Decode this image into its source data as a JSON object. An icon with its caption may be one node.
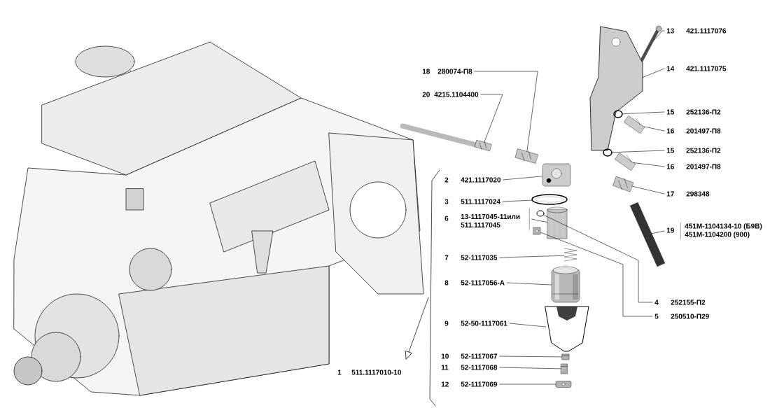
{
  "diagram": {
    "nodes": [
      {
        "text": [
          "13",
          "421.1117076"
        ]
      },
      {
        "text": [
          "14",
          "421.1117075"
        ]
      },
      {
        "text": [
          "18",
          "280074-П8"
        ]
      },
      {
        "text": [
          "20",
          "4215.1104400"
        ]
      },
      {
        "text": [
          "15",
          "252136-П2"
        ]
      },
      {
        "text": [
          "16",
          "201497-П8"
        ]
      },
      {
        "text": [
          "15",
          "252136-П2"
        ]
      },
      {
        "text": [
          "16",
          "201497-П8"
        ]
      },
      {
        "text": [
          "2",
          "421.1117020"
        ]
      },
      {
        "text": [
          "17",
          "298348"
        ]
      },
      {
        "text": [
          "3",
          "511.1117024"
        ]
      },
      {
        "text": [
          "6",
          "13-1117045-11или 511.1117045"
        ]
      },
      {
        "text": [
          "19",
          "451M-1104134-10 (Б9В)",
          "451M-1104200 (900)"
        ]
      },
      {
        "text": [
          "7",
          "52-1117035"
        ]
      },
      {
        "text": [
          "8",
          "52-1117056-А"
        ]
      },
      {
        "text": [
          "4",
          "252155-П2"
        ]
      },
      {
        "text": [
          "5",
          "250510-П29"
        ]
      },
      {
        "text": [
          "9",
          "52-50-1117061"
        ]
      },
      {
        "text": [
          "10",
          "52-1117067"
        ]
      },
      {
        "text": [
          "11",
          "52-1117068"
        ]
      },
      {
        "text": [
          "12",
          "52-1117069"
        ]
      },
      {
        "text": [],
        "shape": "picture"
      },
      {
        "text": [],
        "shape": "picture"
      },
      {
        "text": [],
        "shape": "picture"
      },
      {
        "text": [],
        "shape": "picture"
      },
      {
        "text": [],
        "shape": "picture"
      },
      {
        "text": [],
        "shape": "picture"
      },
      {
        "text": [],
        "shape": "picture"
      },
      {
        "text": [],
        "shape": "picture"
      },
      {
        "text": [],
        "shape": "picture"
      },
      {
        "text": [],
        "shape": "picture"
      },
      {
        "text": [],
        "shape": "picture"
      },
      {
        "text": [],
        "shape": "picture"
      },
      {
        "text": [],
        "shape": "picture"
      },
      {
        "text": [],
        "shape": "picture"
      },
      {
        "text": [],
        "shape": "picture"
      },
      {
        "text": [],
        "shape": "picture"
      },
      {
        "text": [],
        "shape": "picture"
      },
      {
        "text": [],
        "shape": "picture"
      },
      {
        "text": [],
        "shape": "picture"
      },
      {
        "text": [],
        "shape": "picture"
      },
      {
        "text": [],
        "shape": "picture"
      }
    ],
    "edges": [
      {
        "from": 0,
        "to": 21,
        "arrow": "none"
      },
      {
        "from": 1,
        "to": 22,
        "arrow": "none"
      },
      {
        "from": 2,
        "to": 23,
        "arrow": "none"
      },
      {
        "from": 3,
        "to": 24,
        "arrow": "none"
      },
      {
        "from": 4,
        "to": 25,
        "arrow": "none"
      },
      {
        "from": 5,
        "to": 26,
        "arrow": "none"
      },
      {
        "from": 6,
        "to": 27,
        "arrow": "none"
      },
      {
        "from": 7,
        "to": 28,
        "arrow": "none"
      },
      {
        "from": 8,
        "to": 29,
        "arrow": "none"
      },
      {
        "from": 9,
        "to": 30,
        "arrow": "none"
      },
      {
        "from": 10,
        "to": 31,
        "arrow": "none"
      },
      {
        "from": 11,
        "to": 32,
        "arrow": "none"
      },
      {
        "from": 12,
        "to": 33,
        "arrow": "none"
      },
      {
        "from": 13,
        "to": 34,
        "arrow": "none"
      },
      {
        "from": 14,
        "to": 35,
        "arrow": "none"
      },
      {
        "from": 15,
        "to": 36,
        "arrow": "none"
      },
      {
        "from": 16,
        "to": 37,
        "arrow": "none"
      },
      {
        "from": 17,
        "to": 38,
        "arrow": "none"
      },
      {
        "from": 18,
        "to": 39,
        "arrow": "none"
      },
      {
        "from": 19,
        "to": 40,
        "arrow": "none"
      },
      {
        "from": 20,
        "to": 41,
        "arrow": "none"
      }
    ],
    "labels": [
      "1",
      "511.1117010-10"
    ]
  }
}
